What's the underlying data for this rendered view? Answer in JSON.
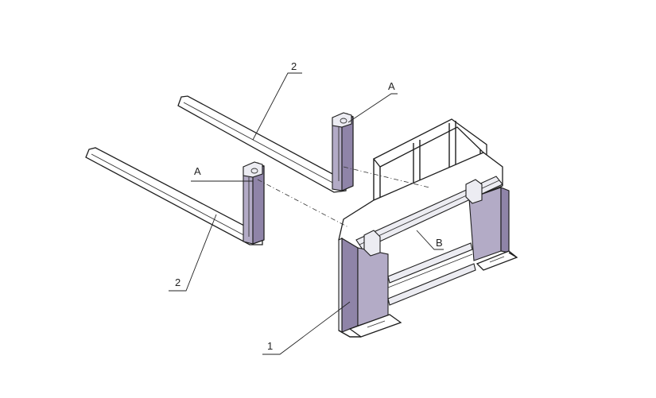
{
  "callouts": {
    "frame": "1",
    "fork_upper": "2",
    "fork_lower": "2",
    "hook_upper": "A",
    "hook_lower": "A",
    "crossbar": "B"
  },
  "colors": {
    "part_fill": "#8f84a8",
    "part_fill_light": "#b3abc6",
    "line": "#1e1e1e",
    "background": "#ffffff"
  }
}
